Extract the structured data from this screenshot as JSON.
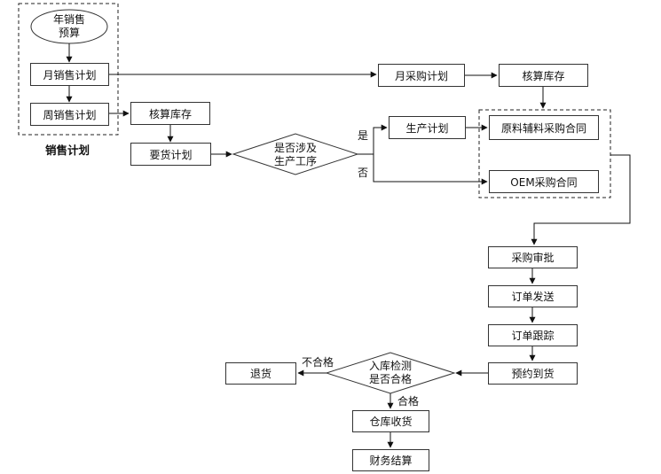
{
  "group_label": "销售计划",
  "start": {
    "line1": "年销售",
    "line2": "预算"
  },
  "nodes": {
    "monthly_sales_plan": "月销售计划",
    "weekly_sales_plan": "周销售计划",
    "check_inventory_1": "核算库存",
    "requisition_plan": "要货计划",
    "monthly_purchase_plan": "月采购计划",
    "check_inventory_2": "核算库存",
    "production_plan": "生产计划",
    "raw_material_contract": "原料辅料采购合同",
    "oem_contract": "OEM采购合同",
    "purchase_approval": "采购审批",
    "order_dispatch": "订单发送",
    "order_tracking": "订单跟踪",
    "scheduled_arrival": "预约到货",
    "return_goods": "退货",
    "warehouse_receipt": "仓库收货",
    "financial_settlement": "财务结算"
  },
  "decisions": {
    "production_process": {
      "line1": "是否涉及",
      "line2": "生产工序"
    },
    "inspection": {
      "line1": "入库检测",
      "line2": "是否合格"
    }
  },
  "edge_labels": {
    "yes": "是",
    "no": "否",
    "fail": "不合格",
    "pass": "合格"
  }
}
